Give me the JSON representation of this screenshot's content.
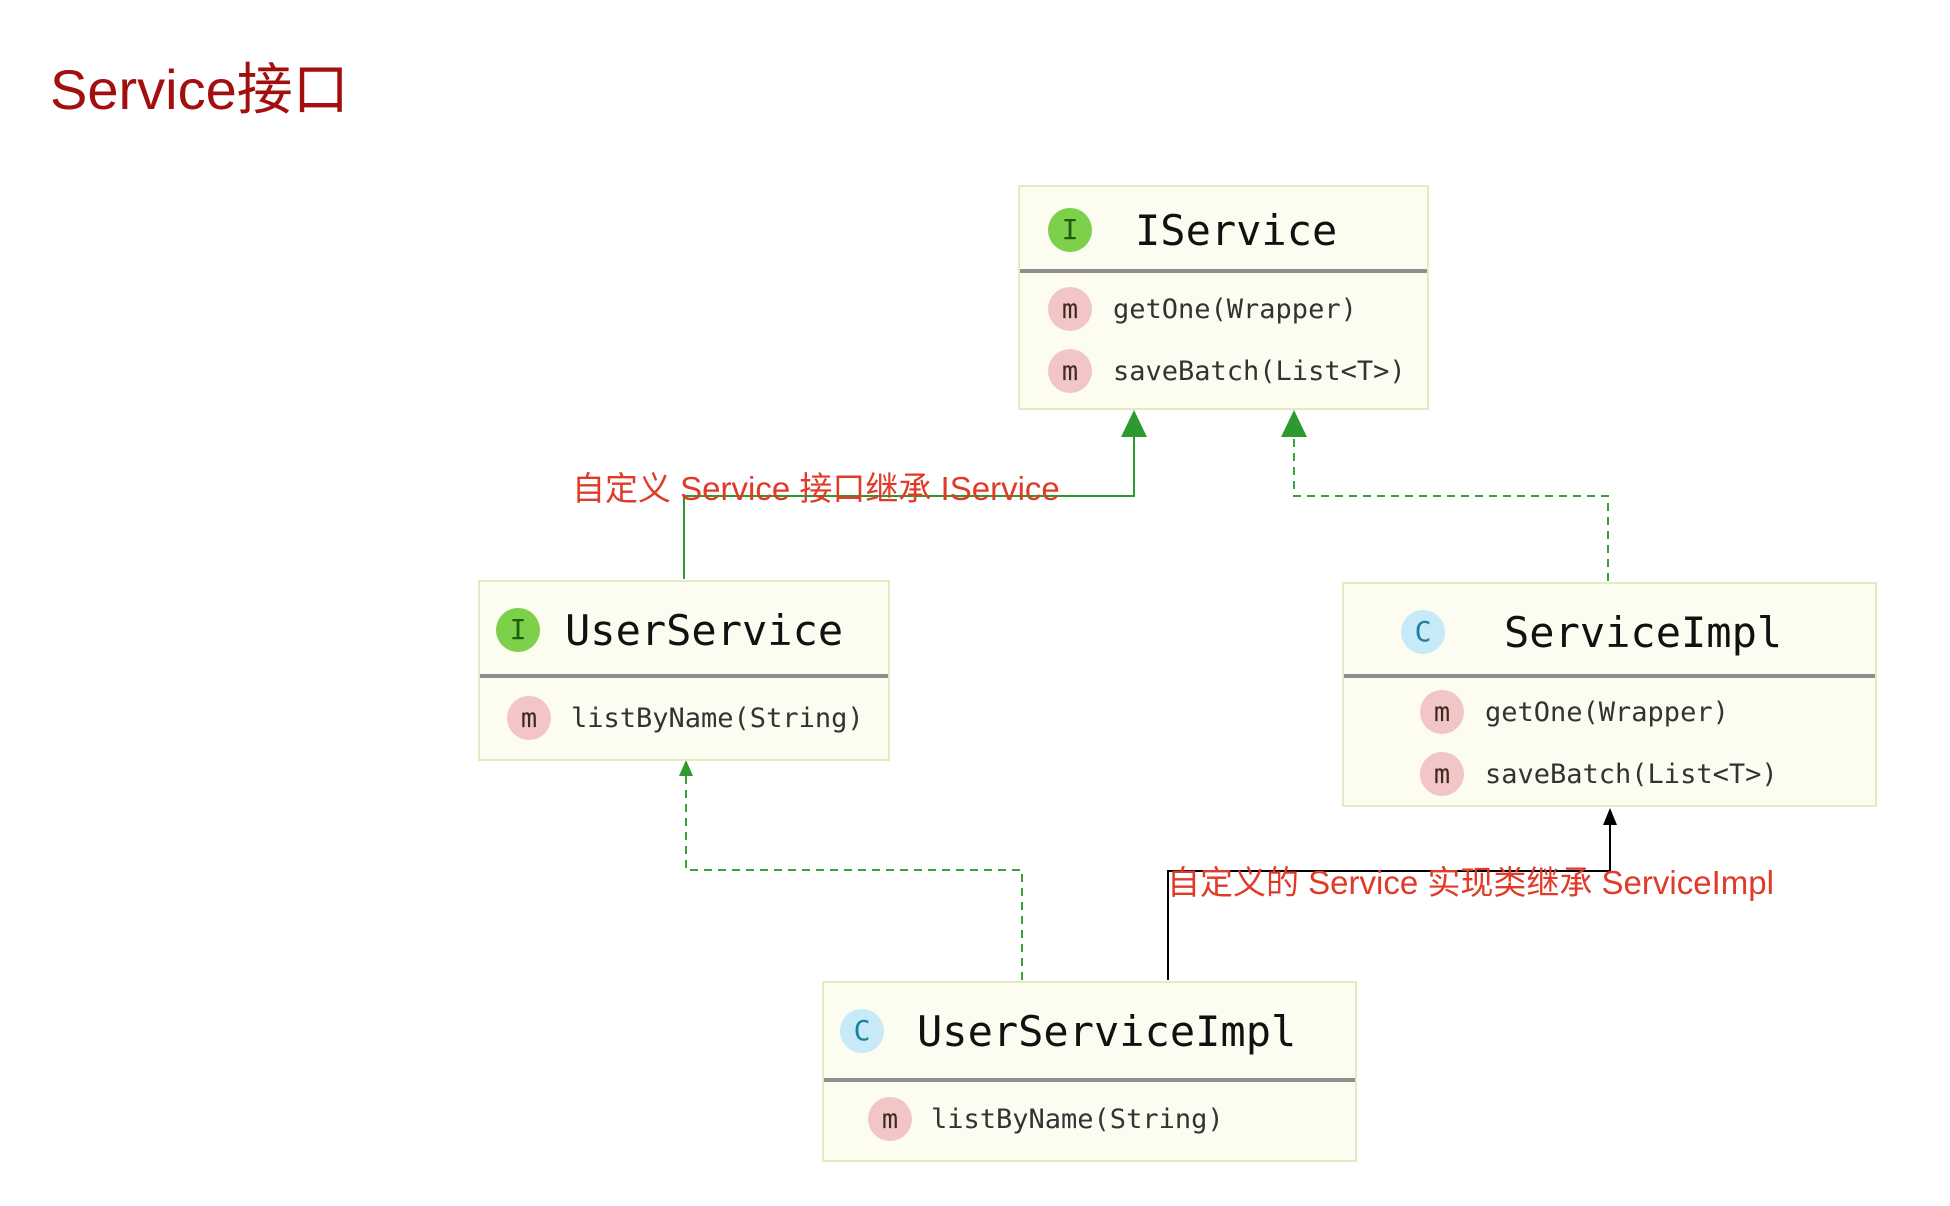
{
  "page": {
    "title": "Service接口"
  },
  "colors": {
    "title": "#a30f0f",
    "annotation": "#e03a28",
    "box_fill": "#fcfdf0",
    "box_border": "#e4ebc2",
    "interface_badge": "#7dd04a",
    "class_badge": "#c6eaf7",
    "method_badge": "#f2c6c6",
    "interface_extends_line": "#2e9a2e",
    "implements_line": "#3aa03a",
    "class_extends_line": "#000000"
  },
  "icons": {
    "interface": "I",
    "class": "C",
    "method": "m"
  },
  "boxes": {
    "iservice": {
      "kind": "interface",
      "name": "IService",
      "methods": [
        "getOne(Wrapper)",
        "saveBatch(List<T>)"
      ]
    },
    "user_service": {
      "kind": "interface",
      "name": "UserService",
      "methods": [
        "listByName(String)"
      ]
    },
    "service_impl": {
      "kind": "class",
      "name": "ServiceImpl",
      "methods": [
        "getOne(Wrapper)",
        "saveBatch(List<T>)"
      ]
    },
    "user_service_impl": {
      "kind": "class",
      "name": "UserServiceImpl",
      "methods": [
        "listByName(String)"
      ]
    }
  },
  "annotations": {
    "user_service_extends": "自定义 Service 接口继承 IService",
    "impl_extends": "自定义的 Service 实现类继承 ServiceImpl"
  },
  "relations": [
    {
      "from": "user_service",
      "to": "iservice",
      "type": "extends",
      "style": "solid"
    },
    {
      "from": "service_impl",
      "to": "iservice",
      "type": "implements",
      "style": "dashed"
    },
    {
      "from": "user_service_impl",
      "to": "user_service",
      "type": "implements",
      "style": "dashed"
    },
    {
      "from": "user_service_impl",
      "to": "service_impl",
      "type": "extends",
      "style": "solid"
    }
  ]
}
